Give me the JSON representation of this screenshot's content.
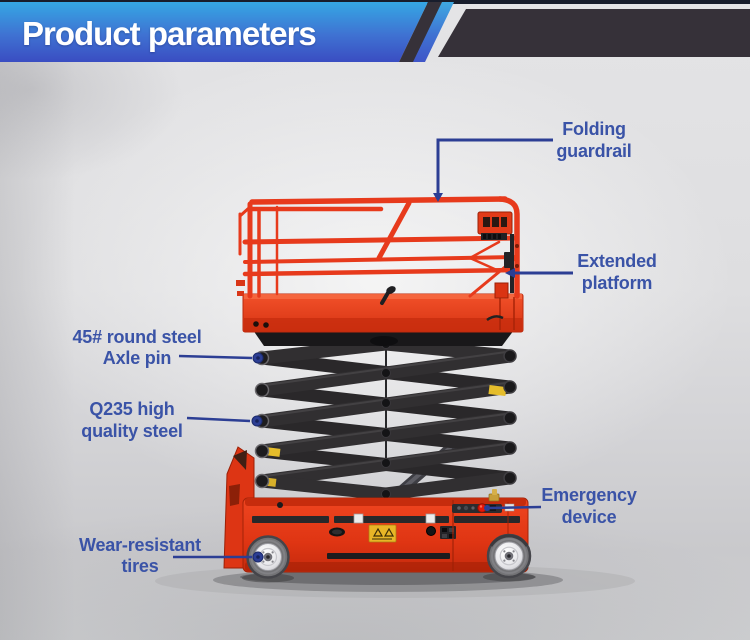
{
  "header": {
    "title": "Product parameters"
  },
  "annotations": [
    {
      "id": "folding-guardrail",
      "text": "Folding\nguardrail"
    },
    {
      "id": "extended-platform",
      "text": "Extended\nplatform"
    },
    {
      "id": "axle-pin",
      "text": "45# round steel\nAxle pin"
    },
    {
      "id": "q235-steel",
      "text": "Q235 high\nquality steel"
    },
    {
      "id": "emergency-device",
      "text": "Emergency\ndevice"
    },
    {
      "id": "wear-resistant-tires",
      "text": "Wear-resistant\ntires"
    }
  ],
  "illustration": {
    "name": "scissor-lift"
  },
  "colors": {
    "banner_blue_top": "#35a7e4",
    "banner_blue_bottom": "#3a4dc2",
    "header_band_dark": "#363139",
    "label_text_blue": "#3a53a7",
    "leader_line_blue": "#2c3e94",
    "machine_red": "#e73a1c",
    "scissor_arm_dark": "#2f2d2f",
    "warning_label_yellow": "#e8b627",
    "background_gray": "#dcdcde"
  }
}
